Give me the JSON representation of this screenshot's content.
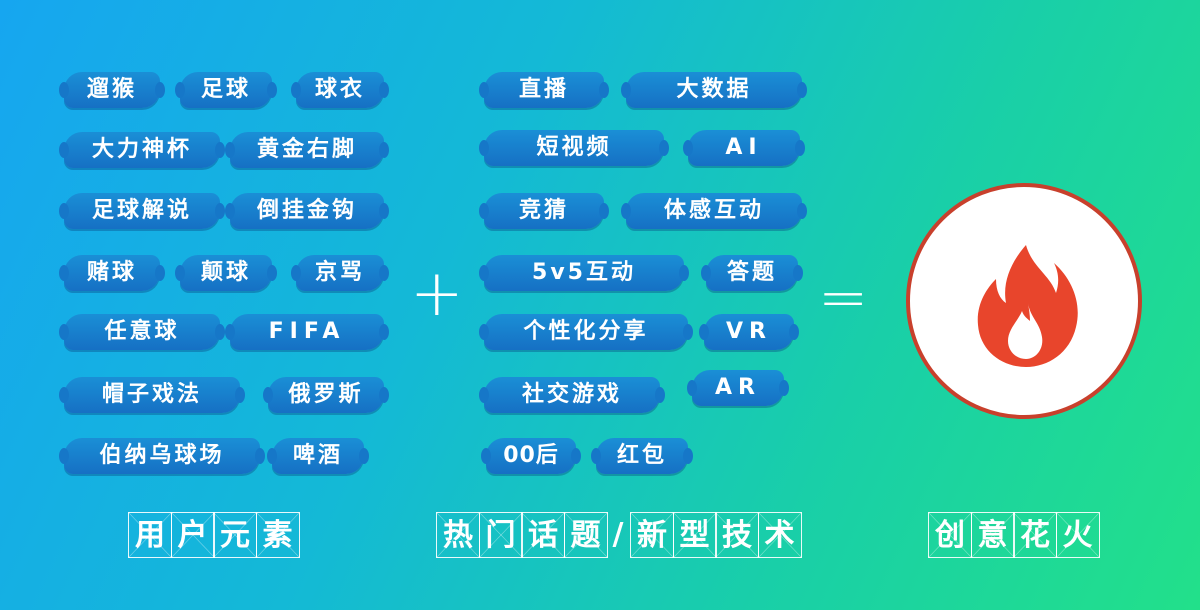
{
  "user_elements": {
    "caption": [
      "用",
      "户",
      "元",
      "素"
    ],
    "tags": [
      "遛猴",
      "足球",
      "球衣",
      "大力神杯",
      "黄金右脚",
      "足球解说",
      "倒挂金钩",
      "赌球",
      "颠球",
      "京骂",
      "任意球",
      "FIFA",
      "帽子戏法",
      "俄罗斯",
      "伯纳乌球场",
      "啤酒"
    ]
  },
  "topics": {
    "caption": [
      "热",
      "门",
      "话",
      "题",
      "/",
      "新",
      "型",
      "技",
      "术"
    ],
    "tags": [
      "直播",
      "大数据",
      "短视频",
      "AI",
      "竞猜",
      "体感互动",
      "5v5互动",
      "答题",
      "个性化分享",
      "VR",
      "社交游戏",
      "AR",
      "00后",
      "红包"
    ]
  },
  "result": {
    "caption": [
      "创",
      "意",
      "花",
      "火"
    ],
    "icon": "fire-icon",
    "icon_color": "#e8452c"
  },
  "symbols": {
    "plus": "+",
    "equals": "="
  },
  "colors": {
    "tag_bg": "#1670c4",
    "circle_border": "#c8402c"
  }
}
